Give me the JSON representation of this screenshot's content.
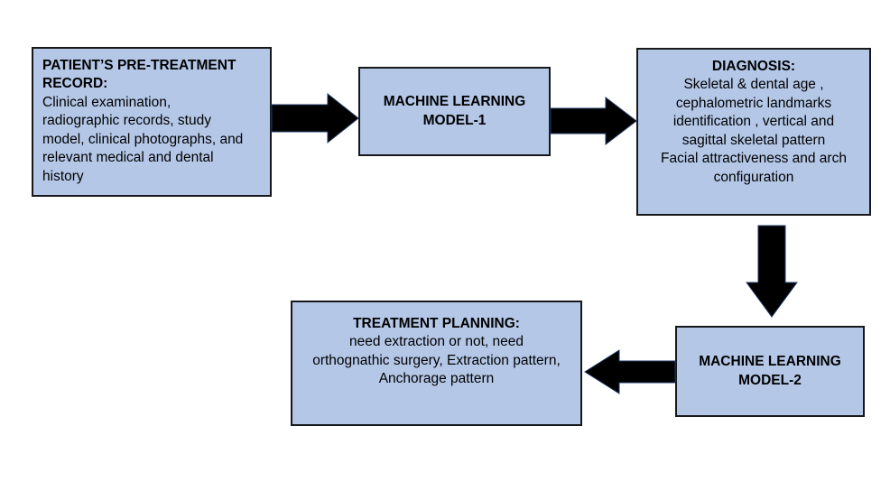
{
  "diagram": {
    "type": "flowchart",
    "background_color": "#ffffff",
    "node_fill_color": "#b4c7e7",
    "node_border_color": "#17181a",
    "arrow_color": "#000000",
    "nodes": [
      {
        "id": "patient-record",
        "title": "PATIENT’S PRE-TREATMENT\nRECORD:",
        "body": "Clinical examination,\nradiographic records, study\nmodel, clinical photographs, and\nrelevant medical and dental\nhistory",
        "align": "left"
      },
      {
        "id": "ml-model-1",
        "title": "MACHINE LEARNING\nMODEL-1",
        "body": "",
        "align": "center"
      },
      {
        "id": "diagnosis",
        "title": "DIAGNOSIS:",
        "body": "Skeletal & dental age ,\ncephalometric landmarks\nidentification , vertical and\nsagittal skeletal pattern\nFacial attractiveness and arch\nconfiguration",
        "align": "center"
      },
      {
        "id": "ml-model-2",
        "title": "MACHINE LEARNING\nMODEL-2",
        "body": "",
        "align": "center"
      },
      {
        "id": "treatment-planning",
        "title": "TREATMENT PLANNING:",
        "body": "need extraction or not, need\northognathic surgery, Extraction pattern,\nAnchorage pattern",
        "align": "center"
      }
    ],
    "arrows": [
      {
        "id": "arrow-record-to-model1",
        "direction": "right",
        "from": "patient-record",
        "to": "ml-model-1"
      },
      {
        "id": "arrow-model1-to-diagnosis",
        "direction": "right",
        "from": "ml-model-1",
        "to": "diagnosis"
      },
      {
        "id": "arrow-diagnosis-to-model2",
        "direction": "down",
        "from": "diagnosis",
        "to": "ml-model-2"
      },
      {
        "id": "arrow-model2-to-treatment",
        "direction": "left",
        "from": "ml-model-2",
        "to": "treatment-planning"
      }
    ]
  }
}
